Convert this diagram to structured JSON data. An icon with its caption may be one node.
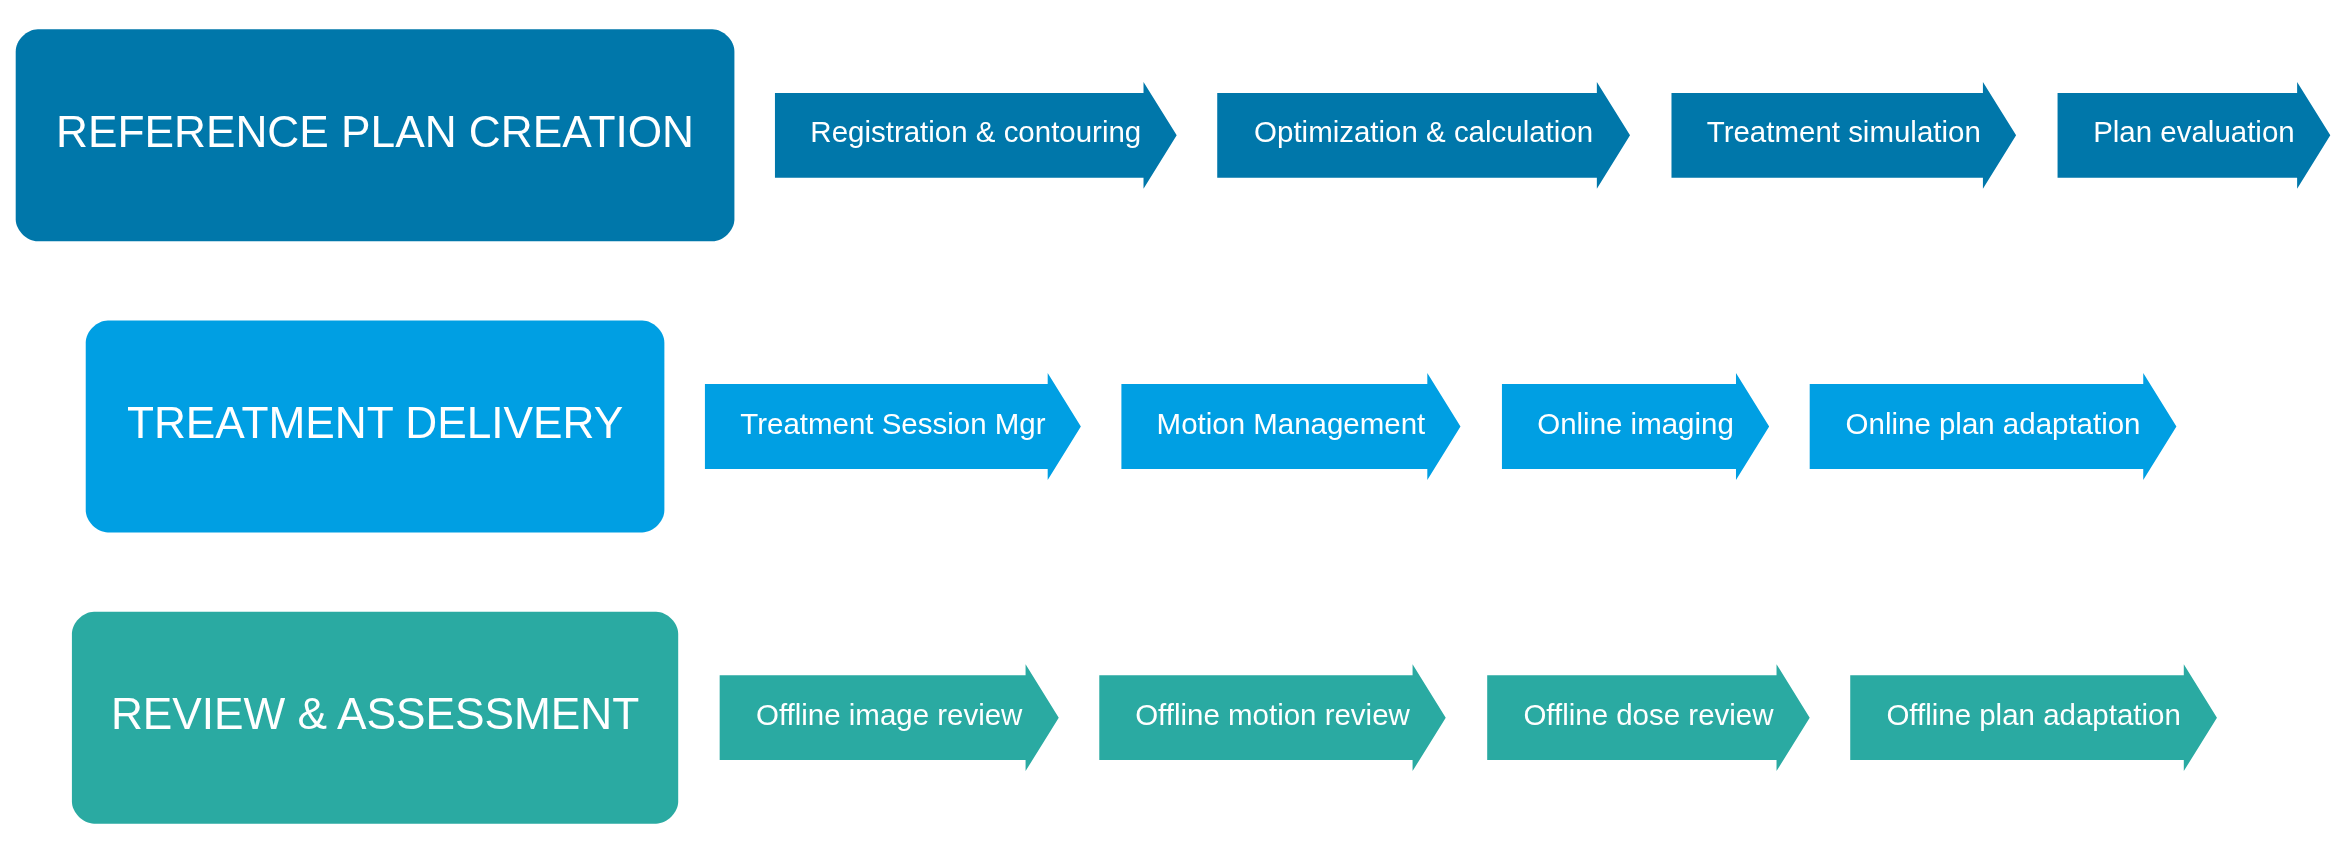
{
  "diagram": {
    "nodes": [
      {
        "text": [
          "REFERENCE PLAN CREATION"
        ]
      },
      {
        "text": [
          "Registration & contouring"
        ]
      },
      {
        "text": [
          "Optimization & calculation"
        ]
      },
      {
        "text": [
          "Treatment simulation"
        ]
      },
      {
        "text": [
          "Plan evaluation"
        ]
      },
      {
        "text": [
          "TREATMENT DELIVERY"
        ]
      },
      {
        "text": [
          "Treatment Session Mgr"
        ]
      },
      {
        "text": [
          "Motion Management"
        ]
      },
      {
        "text": [
          "Online imaging"
        ]
      },
      {
        "text": [
          "Online plan adaptation"
        ]
      },
      {
        "text": [
          "REVIEW & ASSESSMENT"
        ]
      },
      {
        "text": [
          "Offline image review"
        ]
      },
      {
        "text": [
          "Offline motion review"
        ]
      },
      {
        "text": [
          "Offline dose review"
        ]
      },
      {
        "text": [
          "Offline plan adaptation"
        ]
      }
    ]
  }
}
